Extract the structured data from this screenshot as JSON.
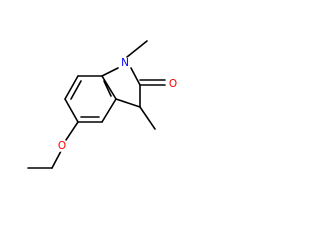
{
  "molecule": {
    "atoms": {
      "n1": {
        "symbol": "N",
        "color": "#0000ff"
      },
      "o_carbonyl": {
        "symbol": "O",
        "color": "#ff0000"
      },
      "o_ether": {
        "symbol": "O",
        "color": "#ff0000"
      }
    }
  }
}
